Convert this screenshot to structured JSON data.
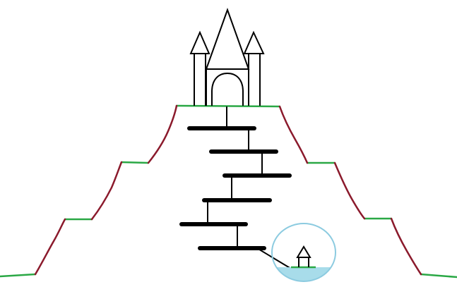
{
  "scene": {
    "colors": {
      "background": "#ffffff",
      "slope": "#8b1a2c",
      "ledge": "#2aa845",
      "ink": "#000000",
      "bubble_outline": "#8ccbe0",
      "water": "#a8dcea"
    },
    "elements": [
      "castle-icon",
      "hill-outline",
      "stair-platforms",
      "bubble-house-icon"
    ],
    "platform_count": 6
  }
}
